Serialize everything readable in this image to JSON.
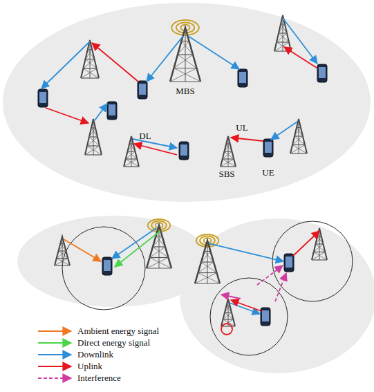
{
  "diagram": {
    "labels": [
      "MBS",
      "DL",
      "UL",
      "SBS",
      "UE"
    ],
    "legend": [
      {
        "text": "Ambient energy signal"
      },
      {
        "text": "Direct energy signal"
      },
      {
        "text": "Downlink"
      },
      {
        "text": "Uplink"
      },
      {
        "text": "Interference"
      }
    ]
  }
}
